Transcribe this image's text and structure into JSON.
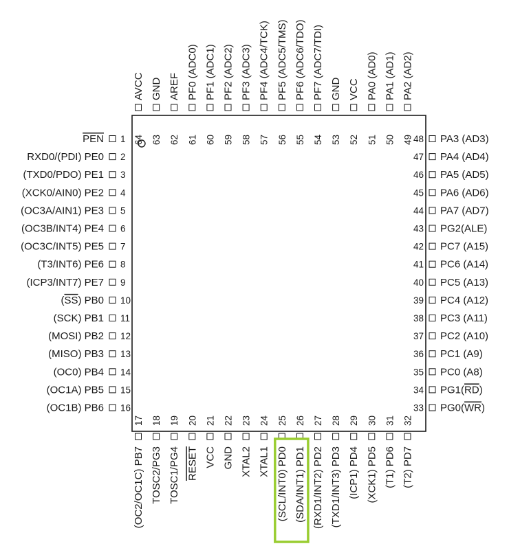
{
  "chip": {
    "pin1_marker": "circle"
  },
  "colors": {
    "stroke": "#1a1a1a",
    "highlight": "#9acd32"
  },
  "highlight": {
    "pins": [
      25,
      26
    ]
  },
  "pins": {
    "left": [
      {
        "num": "1",
        "label": "PEN",
        "overline": true
      },
      {
        "num": "2",
        "label": "RXD0/(PDI) PE0"
      },
      {
        "num": "3",
        "label": "(TXD0/PDO) PE1"
      },
      {
        "num": "4",
        "label": "(XCK0/AIN0) PE2"
      },
      {
        "num": "5",
        "label": "(OC3A/AIN1) PE3"
      },
      {
        "num": "6",
        "label": "(OC3B/INT4) PE4"
      },
      {
        "num": "7",
        "label": "(OC3C/INT5) PE5"
      },
      {
        "num": "8",
        "label": "(T3/INT6) PE6"
      },
      {
        "num": "9",
        "label": "(ICP3/INT7) PE7"
      },
      {
        "num": "10",
        "label": "(SS) PB0",
        "overline_part": "SS"
      },
      {
        "num": "11",
        "label": "(SCK) PB1"
      },
      {
        "num": "12",
        "label": "(MOSI) PB2"
      },
      {
        "num": "13",
        "label": "(MISO) PB3"
      },
      {
        "num": "14",
        "label": "(OC0) PB4"
      },
      {
        "num": "15",
        "label": "(OC1A) PB5"
      },
      {
        "num": "16",
        "label": "(OC1B) PB6"
      }
    ],
    "right": [
      {
        "num": "48",
        "label": "PA3 (AD3)"
      },
      {
        "num": "47",
        "label": "PA4 (AD4)"
      },
      {
        "num": "46",
        "label": "PA5 (AD5)"
      },
      {
        "num": "45",
        "label": "PA6 (AD6)"
      },
      {
        "num": "44",
        "label": "PA7 (AD7)"
      },
      {
        "num": "43",
        "label": "PG2(ALE)"
      },
      {
        "num": "42",
        "label": "PC7 (A15)"
      },
      {
        "num": "41",
        "label": "PC6 (A14)"
      },
      {
        "num": "40",
        "label": "PC5 (A13)"
      },
      {
        "num": "39",
        "label": "PC4 (A12)"
      },
      {
        "num": "38",
        "label": "PC3 (A11)"
      },
      {
        "num": "37",
        "label": "PC2 (A10)"
      },
      {
        "num": "36",
        "label": "PC1 (A9)"
      },
      {
        "num": "35",
        "label": "PC0 (A8)"
      },
      {
        "num": "34",
        "label": "PG1(RD)",
        "overline_part": "RD"
      },
      {
        "num": "33",
        "label": "PG0(WR)",
        "overline_part": "WR"
      }
    ],
    "top": [
      {
        "num": "64",
        "label": "AVCC"
      },
      {
        "num": "63",
        "label": "GND"
      },
      {
        "num": "62",
        "label": "AREF"
      },
      {
        "num": "61",
        "label": "PF0 (ADC0)"
      },
      {
        "num": "60",
        "label": "PF1 (ADC1)"
      },
      {
        "num": "59",
        "label": "PF2 (ADC2)"
      },
      {
        "num": "58",
        "label": "PF3 (ADC3)"
      },
      {
        "num": "57",
        "label": "PF4 (ADC4/TCK)"
      },
      {
        "num": "56",
        "label": "PF5 (ADC5/TMS)"
      },
      {
        "num": "55",
        "label": "PF6 (ADC6/TDO)"
      },
      {
        "num": "54",
        "label": "PF7 (ADC7/TDI)"
      },
      {
        "num": "53",
        "label": "GND"
      },
      {
        "num": "52",
        "label": "VCC"
      },
      {
        "num": "51",
        "label": "PA0 (AD0)"
      },
      {
        "num": "50",
        "label": "PA1 (AD1)"
      },
      {
        "num": "49",
        "label": "PA2 (AD2)"
      }
    ],
    "bottom": [
      {
        "num": "17",
        "label": "(OC2/OC1C) PB7"
      },
      {
        "num": "18",
        "label": "TOSC2/PG3"
      },
      {
        "num": "19",
        "label": "TOSC1/PG4"
      },
      {
        "num": "20",
        "label": "RESET",
        "overline": true
      },
      {
        "num": "21",
        "label": "VCC"
      },
      {
        "num": "22",
        "label": "GND"
      },
      {
        "num": "23",
        "label": "XTAL2"
      },
      {
        "num": "24",
        "label": "XTAL1"
      },
      {
        "num": "25",
        "label": "(SCL/INT0) PD0"
      },
      {
        "num": "26",
        "label": "(SDA/INT1) PD1"
      },
      {
        "num": "27",
        "label": "(RXD1/INT2) PD2"
      },
      {
        "num": "28",
        "label": "(TXD1/INT3) PD3"
      },
      {
        "num": "29",
        "label": "(ICP1) PD4"
      },
      {
        "num": "30",
        "label": "(XCK1) PD5"
      },
      {
        "num": "31",
        "label": "(T1) PD6"
      },
      {
        "num": "32",
        "label": "(T2) PD7"
      }
    ]
  }
}
